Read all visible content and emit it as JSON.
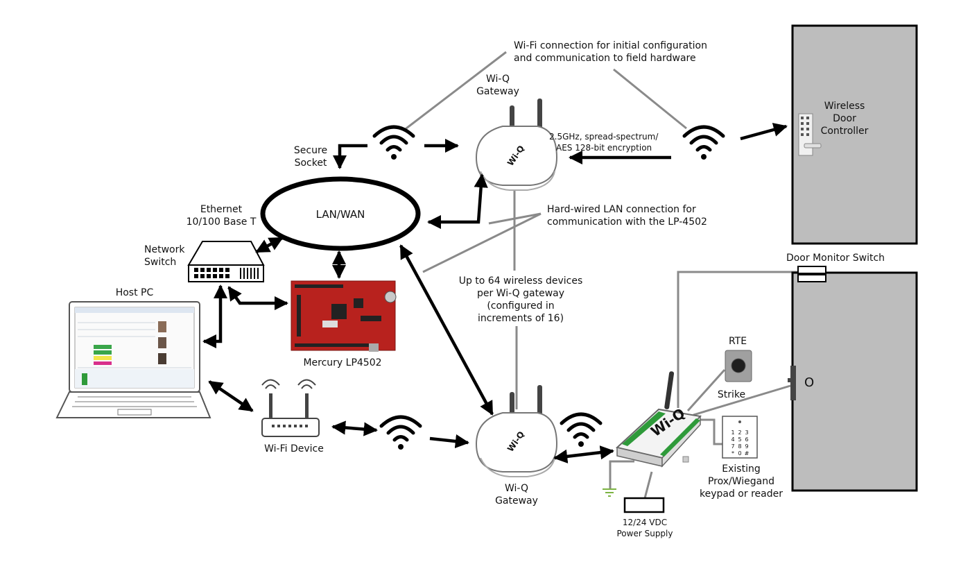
{
  "labels": {
    "wifi_config_1": "Wi-Fi connection for initial configuration",
    "wifi_config_2": "and communication to field hardware",
    "gateway_top_1": "Wi-Q",
    "gateway_top_2": "Gateway",
    "secure_socket_1": "Secure",
    "secure_socket_2": "Socket",
    "spread_1": "2.5GHz, spread-spectrum/",
    "spread_2": "AES 128-bit encryption",
    "wireless_door_1": "Wireless",
    "wireless_door_2": "Door",
    "wireless_door_3": "Controller",
    "ethernet_1": "Ethernet",
    "ethernet_2": "10/100 Base T",
    "lan_wan": "LAN/WAN",
    "hardwired_1": "Hard-wired LAN connection for",
    "hardwired_2": "communication with the LP-4502",
    "network_switch_1": "Network",
    "network_switch_2": "Switch",
    "door_monitor": "Door Monitor Switch",
    "host_pc": "Host PC",
    "upto_1": "Up to 64 wireless devices",
    "upto_2": "per Wi-Q gateway",
    "upto_3": "(configured in",
    "upto_4": "increments of 16)",
    "rte": "RTE",
    "mercury": "Mercury LP4502",
    "strike": "Strike",
    "wifi_device": "Wi-Fi Device",
    "existing_1": "Existing",
    "existing_2": "Prox/Wiegand",
    "existing_3": "keypad or reader",
    "gateway_bottom_1": "Wi-Q",
    "gateway_bottom_2": "Gateway",
    "power_1": "12/24 VDC",
    "power_2": "Power Supply",
    "device_brand": "Wi-Q",
    "gateway_brand": "Wi-Q",
    "strike_knob": "O",
    "keypad_keys": [
      "1",
      "2",
      "3",
      "4",
      "5",
      "6",
      "7",
      "8",
      "9",
      "*",
      "0",
      "#"
    ]
  },
  "colors": {
    "door": "#bdbdbd",
    "board": "#b8221e",
    "connector": "#2e9a3a",
    "ground": "#7cb342",
    "line": "#8a8a8a"
  }
}
